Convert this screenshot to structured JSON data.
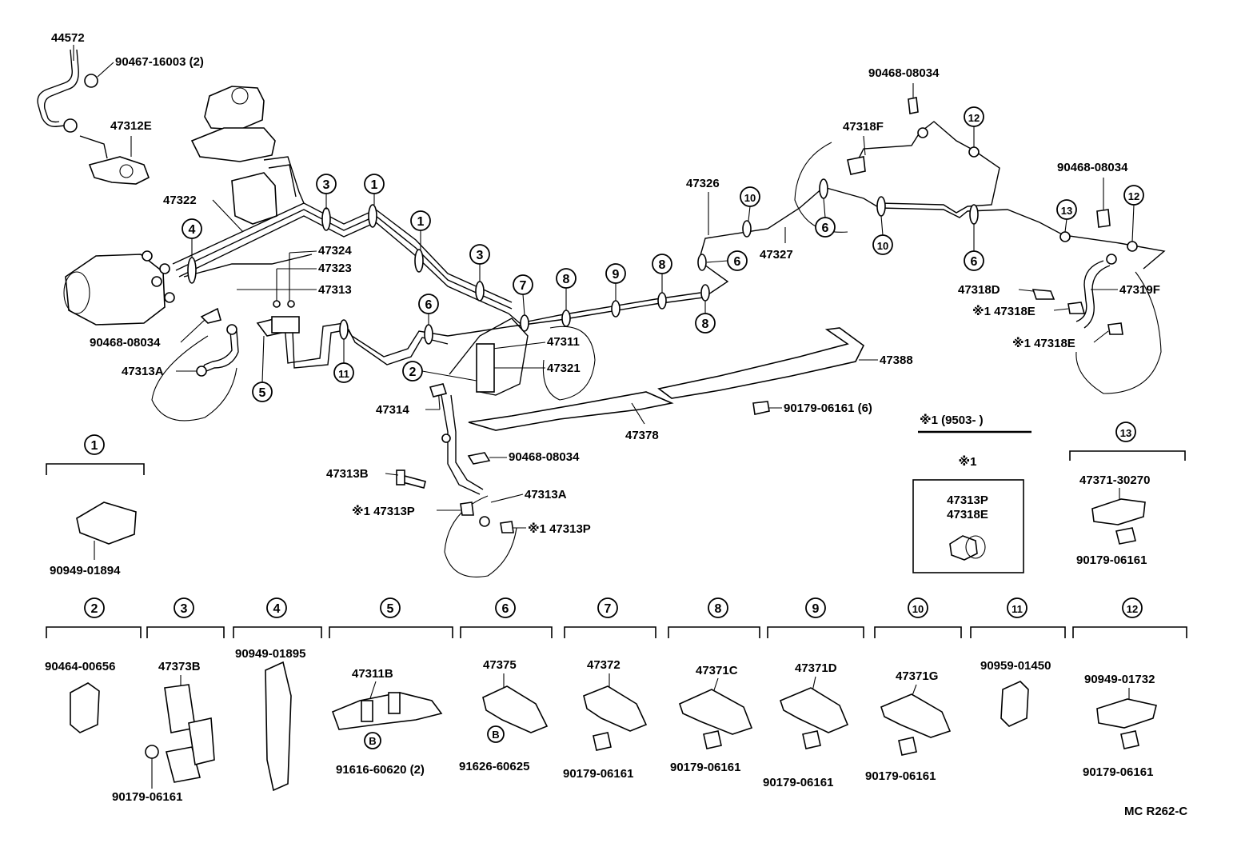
{
  "labels": {
    "l44572": "44572",
    "l90467": "90467-16003 (2)",
    "l47312E": "47312E",
    "l47322": "47322",
    "l47324": "47324",
    "l47323": "47323",
    "l47313": "47313",
    "l90468a": "90468-08034",
    "l47313A1": "47313A",
    "l47314": "47314",
    "l47311": "47311",
    "l47321": "47321",
    "l47378": "47378",
    "l47388": "47388",
    "l90179_6": "90179-06161 (6)",
    "l90468b": "90468-08034",
    "l47313B": "47313B",
    "l47313A2": "47313A",
    "l47313P1": "※1 47313P",
    "l47313P2": "※1 47313P",
    "l47326": "47326",
    "l47327": "47327",
    "l90468c": "90468-08034",
    "l47318F": "47318F",
    "l90468d": "90468-08034",
    "l47318D": "47318D",
    "l47319F": "47319F",
    "l47318E1": "※1 47318E",
    "l47318E2": "※1 47318E",
    "note_title": "※1 (9503-        )",
    "box_head": "※1",
    "box_p1": "47313P",
    "box_p2": "47318E",
    "l47371_30270": "47371-30270",
    "l90179_13": "90179-06161",
    "l90949_01894": "90949-01894",
    "l90464": "90464-00656",
    "l47373B": "47373B",
    "l90179_3": "90179-06161",
    "l90949_01895": "90949-01895",
    "l47311B": "47311B",
    "l91616": "91616-60620 (2)",
    "l47375": "47375",
    "l91626": "91626-60625",
    "l47372": "47372",
    "l90179_7": "90179-06161",
    "l47371C": "47371C",
    "l90179_8": "90179-06161",
    "l47371D": "47371D",
    "l90179_9": "90179-06161",
    "l47371G": "47371G",
    "l90179_10": "90179-06161",
    "l90959": "90959-01450",
    "l90949_01732": "90949-01732",
    "l90179_12": "90179-06161",
    "code": "MC  R262-C"
  },
  "callouts": {
    "n1": "1",
    "n2": "2",
    "n3": "3",
    "n4": "4",
    "n5": "5",
    "n6": "6",
    "n7": "7",
    "n8": "8",
    "n9": "9",
    "n10": "10",
    "n11": "11",
    "n12": "12",
    "n13": "13",
    "bB": "B"
  }
}
